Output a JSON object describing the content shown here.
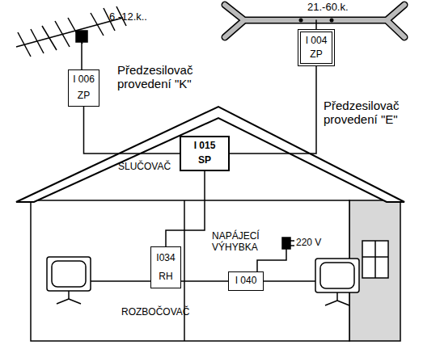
{
  "diagram": {
    "nodes": [
      {
        "text": [
          "I 004",
          "ZP"
        ]
      },
      {
        "text": [
          "I 006",
          "ZP"
        ]
      },
      {
        "text": [
          "I 015",
          "SP"
        ]
      },
      {
        "text": [
          "I034",
          "RH"
        ]
      },
      {
        "text": [
          "I 040"
        ]
      }
    ],
    "edges": [
      {
        "from": 1,
        "to": 2,
        "arrow": "none"
      },
      {
        "from": 0,
        "to": 2,
        "arrow": "none"
      },
      {
        "from": 2,
        "to": 3,
        "arrow": "none"
      },
      {
        "from": 3,
        "to": 4,
        "arrow": "none"
      }
    ],
    "labels": [
      "6.-12.k..",
      "21.-60.k.",
      "Předzesilovač provedení \"K\"",
      "Předzesilovač provedení \"E\"",
      "SLUČOVAČ",
      "ROZBOČOVAČ",
      "NAPÁJECÍ VÝHYBKA",
      "220 V"
    ]
  }
}
